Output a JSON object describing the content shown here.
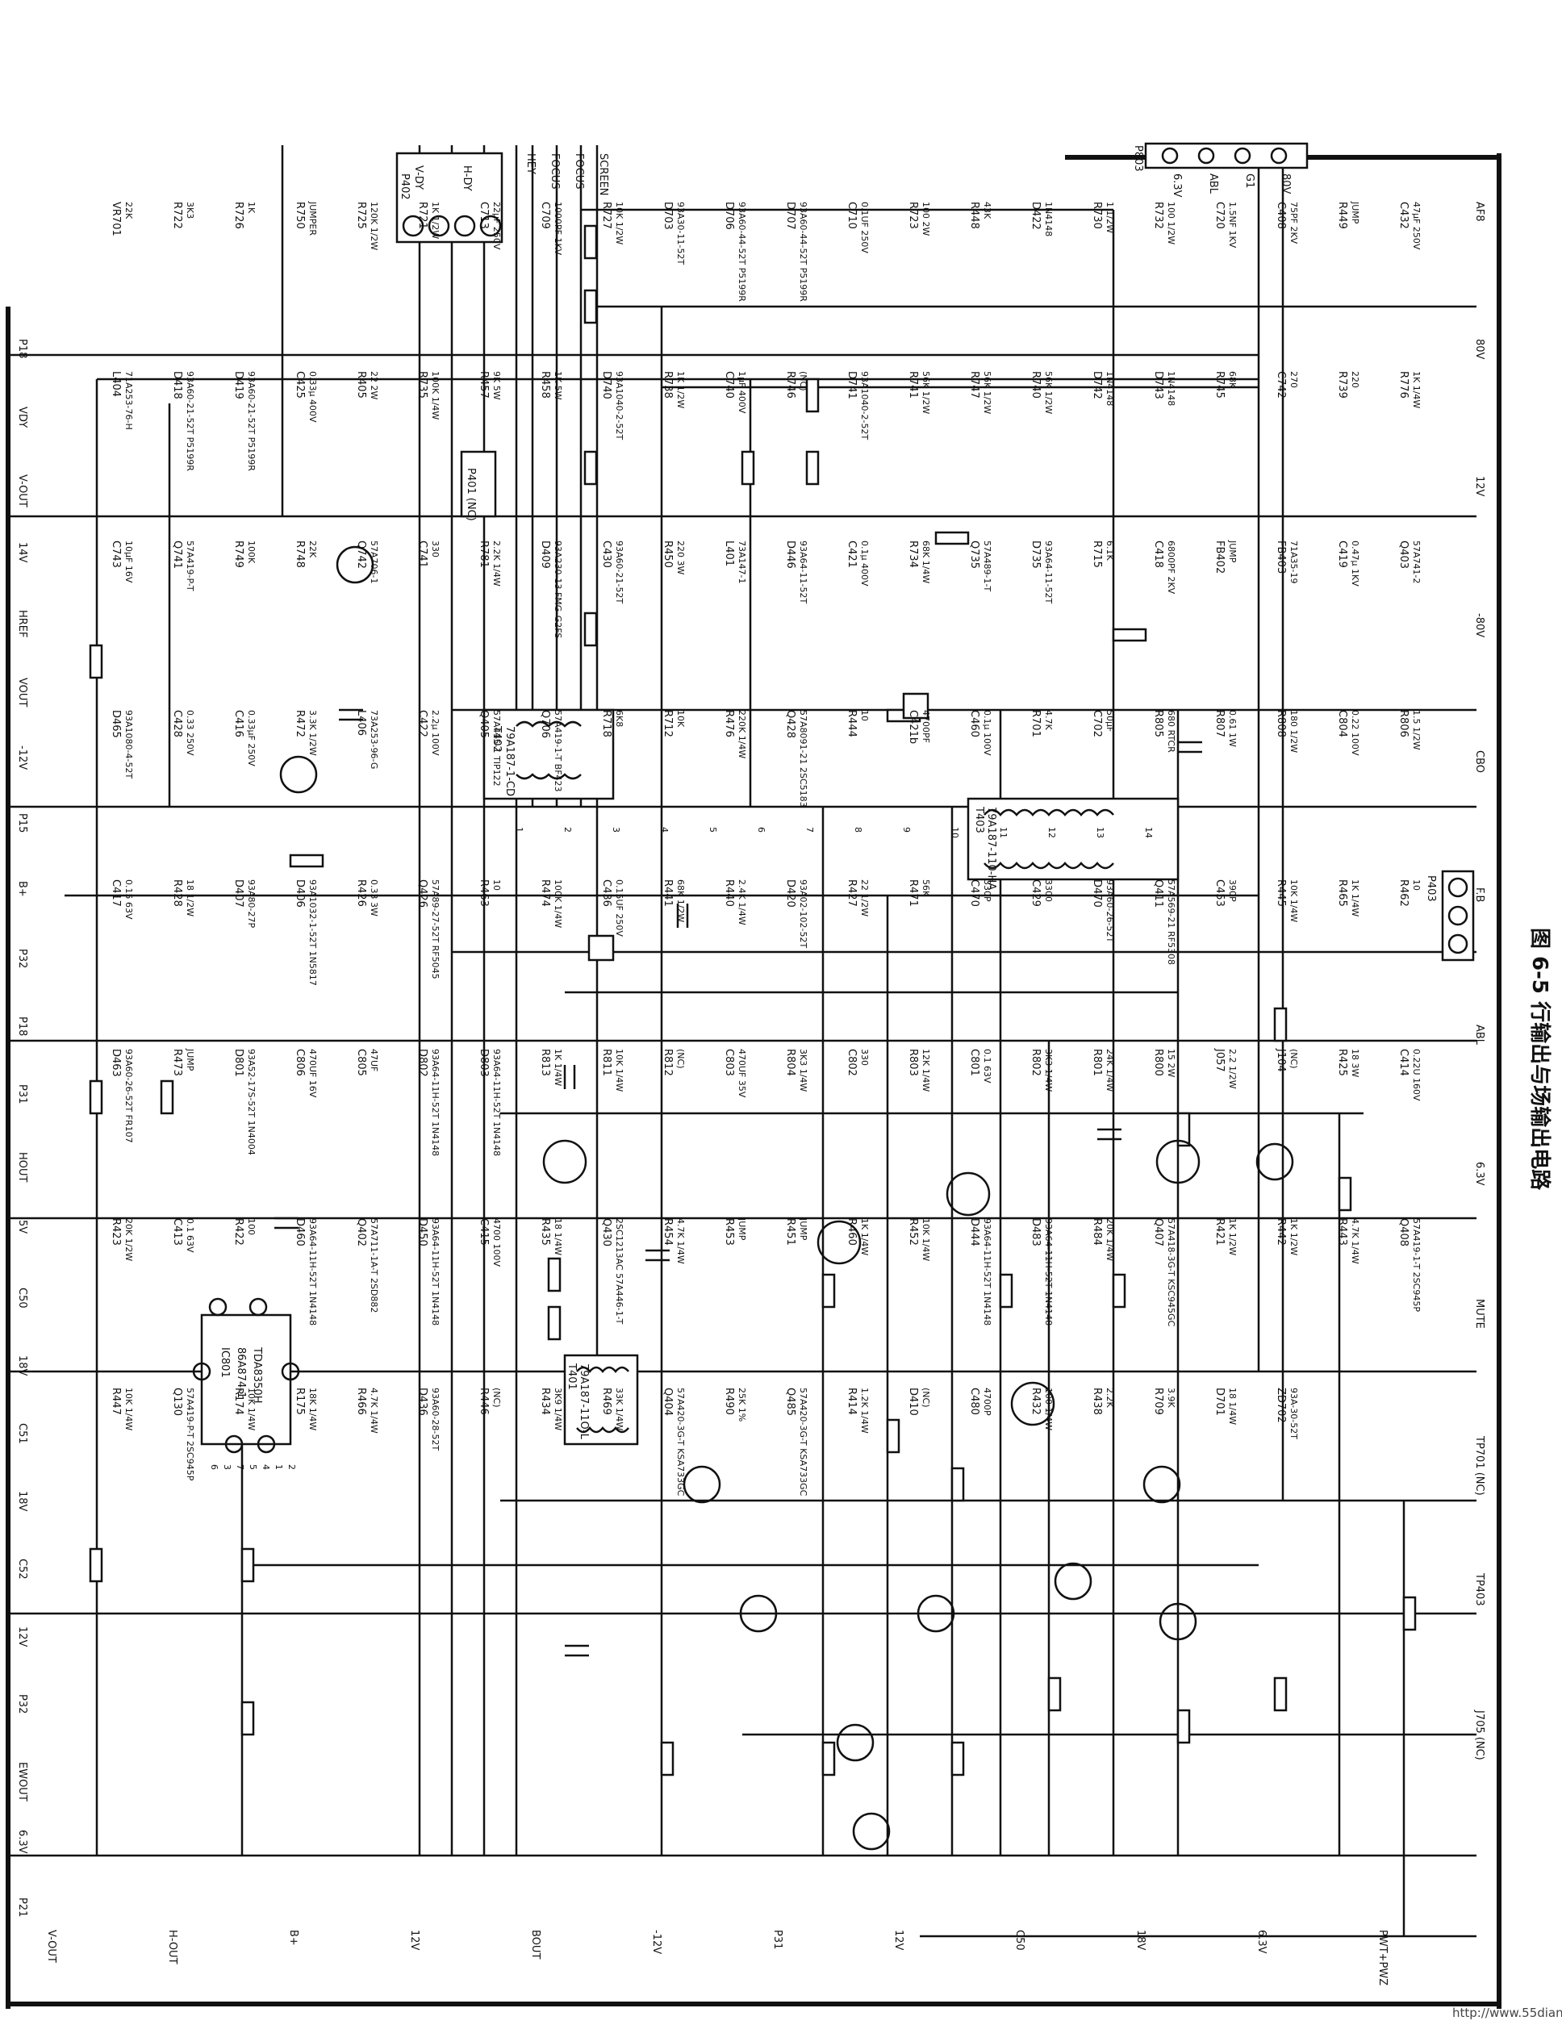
{
  "caption": "图 6-5  行输出与场输出电路",
  "watermark": "http://www.55dianzi.com",
  "connectors": {
    "p402": {
      "ref": "P402",
      "pins": [
        "V-DY",
        "H-DY"
      ]
    },
    "p803": {
      "ref": "P803",
      "pins": [
        "6.3V",
        "ABL",
        "G1",
        "80V"
      ]
    },
    "p401": {
      "ref": "P401 (NC)"
    },
    "p403": {
      "ref": "P403"
    }
  },
  "crt_labels": [
    "HEY",
    "FOCUS",
    "FOCUS",
    "SCREEN"
  ],
  "ics": [
    {
      "ref": "IC801",
      "part": "86A874-1",
      "name": "TDA8350H"
    }
  ],
  "transformers": [
    {
      "ref": "T402",
      "part": "79A187-1-CD"
    },
    {
      "ref": "T403",
      "part": "79A187-110-HA"
    },
    {
      "ref": "T401",
      "part": "79A187-11O-L"
    }
  ],
  "components": [
    {
      "ref": "VR701",
      "value": "22K"
    },
    {
      "ref": "R722",
      "value": "3K3"
    },
    {
      "ref": "R726",
      "value": "1K"
    },
    {
      "ref": "R750",
      "value": "JUMPER"
    },
    {
      "ref": "R725",
      "value": "120K 1/2W"
    },
    {
      "ref": "R721",
      "value": "1K 1/2W"
    },
    {
      "ref": "C713",
      "value": "22μF 250V"
    },
    {
      "ref": "C709",
      "value": "1000PF 1KV"
    },
    {
      "ref": "R727",
      "value": "10K 1/2W"
    },
    {
      "ref": "D703",
      "value": "93A30-11-52T"
    },
    {
      "ref": "D706",
      "value": "93A60-44-52T P5199R"
    },
    {
      "ref": "D707",
      "value": "93A60-44-52T P5199R"
    },
    {
      "ref": "C710",
      "value": "0.1UF 250V"
    },
    {
      "ref": "R723",
      "value": "100 2W"
    },
    {
      "ref": "R448",
      "value": "43K"
    },
    {
      "ref": "D422",
      "value": "1N4148"
    },
    {
      "ref": "R730",
      "value": "1 1/2W"
    },
    {
      "ref": "R732",
      "value": "100 1/2W"
    },
    {
      "ref": "C720",
      "value": "1.5NF 1KV"
    },
    {
      "ref": "C408",
      "value": "75PF 2KV"
    },
    {
      "ref": "R449",
      "value": "JUMP"
    },
    {
      "ref": "C432",
      "value": "47μF 250V"
    },
    {
      "ref": "L404",
      "value": "71A253-76-H"
    },
    {
      "ref": "D418",
      "value": "93A60-21-52T P5199R"
    },
    {
      "ref": "D419",
      "value": "93A60-21-52T P5199R"
    },
    {
      "ref": "C425",
      "value": "0.33μ 400V"
    },
    {
      "ref": "R405",
      "value": "22 2W"
    },
    {
      "ref": "R735",
      "value": "100K 1/4W"
    },
    {
      "ref": "R457",
      "value": "9K 5W"
    },
    {
      "ref": "R458",
      "value": "1K 5W"
    },
    {
      "ref": "D740",
      "value": "93A1040-2-52T"
    },
    {
      "ref": "R738",
      "value": "1K 1/2W"
    },
    {
      "ref": "C740",
      "value": "1μF 400V"
    },
    {
      "ref": "R746",
      "value": "(NC)"
    },
    {
      "ref": "D741",
      "value": "93A1040-2-52T"
    },
    {
      "ref": "R741",
      "value": "56K 1/2W"
    },
    {
      "ref": "R747",
      "value": "56K 1/2W"
    },
    {
      "ref": "R740",
      "value": "56K 1/2W"
    },
    {
      "ref": "D742",
      "value": "1N4148"
    },
    {
      "ref": "D743",
      "value": "1N4148"
    },
    {
      "ref": "R745",
      "value": "68K"
    },
    {
      "ref": "C742",
      "value": "270"
    },
    {
      "ref": "R739",
      "value": "220"
    },
    {
      "ref": "R776",
      "value": "1K 1/4W"
    },
    {
      "ref": "C743",
      "value": "10μF 16V"
    },
    {
      "ref": "Q741",
      "value": "57A419-P-T"
    },
    {
      "ref": "R749",
      "value": "100K"
    },
    {
      "ref": "R748",
      "value": "22K"
    },
    {
      "ref": "Q742",
      "value": "57A706-1"
    },
    {
      "ref": "C741",
      "value": "330"
    },
    {
      "ref": "R781",
      "value": "2.2K 1/4W"
    },
    {
      "ref": "D409",
      "value": "93A230-13 FMG-G2FS"
    },
    {
      "ref": "C430",
      "value": "93A60-21-52T"
    },
    {
      "ref": "R450",
      "value": "220 3W"
    },
    {
      "ref": "L401",
      "value": "73A147-1"
    },
    {
      "ref": "D446",
      "value": "93A64-11-52T"
    },
    {
      "ref": "C421",
      "value": "0.1μ 400V"
    },
    {
      "ref": "R734",
      "value": "68K 1/4W"
    },
    {
      "ref": "Q735",
      "value": "57A489-1-T"
    },
    {
      "ref": "D735",
      "value": "93A64-11-52T"
    },
    {
      "ref": "R715",
      "value": "6.1K"
    },
    {
      "ref": "C418",
      "value": "6800PF 2KV"
    },
    {
      "ref": "FB402",
      "value": "JUMP"
    },
    {
      "ref": "FB403",
      "value": "71A35-19"
    },
    {
      "ref": "C419",
      "value": "0.47μ 1KV"
    },
    {
      "ref": "Q403",
      "value": "57A741-2"
    },
    {
      "ref": "D465",
      "value": "93A1080-4-52T"
    },
    {
      "ref": "C428",
      "value": "0.33 250V"
    },
    {
      "ref": "C416",
      "value": "0.33μF 250V"
    },
    {
      "ref": "R472",
      "value": "3.3K 1/2W"
    },
    {
      "ref": "L406",
      "value": "73A253-96-G"
    },
    {
      "ref": "C422",
      "value": "2.2μ 100V"
    },
    {
      "ref": "Q405",
      "value": "57A415-1 TIP122"
    },
    {
      "ref": "Q706",
      "value": "57A419-1-T BF423"
    },
    {
      "ref": "R718",
      "value": "6K8"
    },
    {
      "ref": "R712",
      "value": "10K"
    },
    {
      "ref": "R476",
      "value": "220K 1/4W"
    },
    {
      "ref": "Q428",
      "value": "57A8091-21 2SC5183"
    },
    {
      "ref": "R444",
      "value": "10"
    },
    {
      "ref": "C421b",
      "value": "4700PF"
    },
    {
      "ref": "C460",
      "value": "0.1μ 100V"
    },
    {
      "ref": "R701",
      "value": "4.7K"
    },
    {
      "ref": "C702",
      "value": "50μF"
    },
    {
      "ref": "R805",
      "value": "680 RTCR"
    },
    {
      "ref": "R807",
      "value": "0.61 1W"
    },
    {
      "ref": "R808",
      "value": "180 1/2W"
    },
    {
      "ref": "C804",
      "value": "0.22 100V"
    },
    {
      "ref": "R806",
      "value": "1.5 1/2W"
    },
    {
      "ref": "C417",
      "value": "0.15 63V"
    },
    {
      "ref": "R428",
      "value": "18 1/2W"
    },
    {
      "ref": "D407",
      "value": "93A80-27P"
    },
    {
      "ref": "D406",
      "value": "93A1032-1-52T 1N5817"
    },
    {
      "ref": "R426",
      "value": "0.33 3W"
    },
    {
      "ref": "Q426",
      "value": "57A89-27-52T RF5045"
    },
    {
      "ref": "R463",
      "value": "10"
    },
    {
      "ref": "R474",
      "value": "100K 1/4W"
    },
    {
      "ref": "C436",
      "value": "0.15UF 250V"
    },
    {
      "ref": "R441",
      "value": "68K 1/2W"
    },
    {
      "ref": "R440",
      "value": "2.4K 1/4W"
    },
    {
      "ref": "D420",
      "value": "93A02-102-52T"
    },
    {
      "ref": "R427",
      "value": "22 1/2W"
    },
    {
      "ref": "R471",
      "value": "56K"
    },
    {
      "ref": "C470",
      "value": "330P"
    },
    {
      "ref": "C429",
      "value": "3300"
    },
    {
      "ref": "D470",
      "value": "93A60-26-52T"
    },
    {
      "ref": "Q411",
      "value": "57A569-21 RF5308"
    },
    {
      "ref": "C453",
      "value": "390P"
    },
    {
      "ref": "R445",
      "value": "10K 1/4W"
    },
    {
      "ref": "R465",
      "value": "1K 1/4W"
    },
    {
      "ref": "R462",
      "value": "10"
    },
    {
      "ref": "D463",
      "value": "93A60-26-52T FR107"
    },
    {
      "ref": "R473",
      "value": "JUMP"
    },
    {
      "ref": "D801",
      "value": "93A52-17S-52T 1N4004"
    },
    {
      "ref": "C806",
      "value": "470UF 16V"
    },
    {
      "ref": "C805",
      "value": "47UF"
    },
    {
      "ref": "D802",
      "value": "93A64-11H-52T 1N4148"
    },
    {
      "ref": "D803",
      "value": "93A64-11H-52T 1N4148"
    },
    {
      "ref": "R813",
      "value": "1K 1/4W"
    },
    {
      "ref": "R811",
      "value": "10K 1/4W"
    },
    {
      "ref": "R812",
      "value": "(NC)"
    },
    {
      "ref": "C803",
      "value": "470UF 35V"
    },
    {
      "ref": "R804",
      "value": "3K3 1/4W"
    },
    {
      "ref": "C802",
      "value": "330"
    },
    {
      "ref": "R803",
      "value": "12K 1/4W"
    },
    {
      "ref": "C801",
      "value": "0.1 63V"
    },
    {
      "ref": "R802",
      "value": "3K3 1/4W"
    },
    {
      "ref": "R801",
      "value": "24K 1/4W"
    },
    {
      "ref": "R800",
      "value": "15 2W"
    },
    {
      "ref": "J057",
      "value": "2.2 1/2W"
    },
    {
      "ref": "J104",
      "value": "(NC)"
    },
    {
      "ref": "R425",
      "value": "18 3W"
    },
    {
      "ref": "C414",
      "value": "0.22U 160V"
    },
    {
      "ref": "R423",
      "value": "20K 1/2W"
    },
    {
      "ref": "C413",
      "value": "0.1 63V"
    },
    {
      "ref": "R422",
      "value": "100"
    },
    {
      "ref": "D460",
      "value": "93A64-11H-52T 1N4148"
    },
    {
      "ref": "Q402",
      "value": "57A711-1A-T 2SD882"
    },
    {
      "ref": "D450",
      "value": "93A64-11H-52T 1N4148"
    },
    {
      "ref": "C415",
      "value": "4700 100V"
    },
    {
      "ref": "R435",
      "value": "18 1/4W"
    },
    {
      "ref": "Q430",
      "value": "2SC1213AC 57A446-1-T"
    },
    {
      "ref": "R454",
      "value": "4.7K 1/4W"
    },
    {
      "ref": "R453",
      "value": "JUMP"
    },
    {
      "ref": "R451",
      "value": "JUMP"
    },
    {
      "ref": "R460",
      "value": "1K 1/4W"
    },
    {
      "ref": "R452",
      "value": "10K 1/4W"
    },
    {
      "ref": "D444",
      "value": "93A64-11H-52T 1N4148"
    },
    {
      "ref": "D483",
      "value": "93A64-11H-52T 1N4148"
    },
    {
      "ref": "R484",
      "value": "20K 1/4W"
    },
    {
      "ref": "Q407",
      "value": "57A418-3G-T KSC945GC"
    },
    {
      "ref": "R421",
      "value": "1K 1/2W"
    },
    {
      "ref": "R442",
      "value": "1K 1/2W"
    },
    {
      "ref": "R443",
      "value": "4.7K 1/4W"
    },
    {
      "ref": "Q408",
      "value": "57A419-1-T 2SC945P"
    },
    {
      "ref": "R447",
      "value": "10K 1/4W"
    },
    {
      "ref": "Q130",
      "value": "57A419-P-T 2SC945P"
    },
    {
      "ref": "R174",
      "value": "10K 1/4W"
    },
    {
      "ref": "R175",
      "value": "18K 1/4W"
    },
    {
      "ref": "R466",
      "value": "4.7K 1/4W"
    },
    {
      "ref": "D436",
      "value": "93A60-28-52T"
    },
    {
      "ref": "R446",
      "value": "(NC)"
    },
    {
      "ref": "R434",
      "value": "3K9 1/4W"
    },
    {
      "ref": "R469",
      "value": "33K 1/4W"
    },
    {
      "ref": "Q404",
      "value": "57A420-3G-T KSA733GC"
    },
    {
      "ref": "R490",
      "value": "25K 1%"
    },
    {
      "ref": "Q485",
      "value": "57A420-3G-T KSA733GC"
    },
    {
      "ref": "R414",
      "value": "1.2K 1/4W"
    },
    {
      "ref": "D410",
      "value": "(NC)"
    },
    {
      "ref": "C480",
      "value": "4700P"
    },
    {
      "ref": "R432",
      "value": "100 1/4W"
    },
    {
      "ref": "R438",
      "value": "2.2K"
    },
    {
      "ref": "R709",
      "value": "3.9K"
    },
    {
      "ref": "D701",
      "value": "18 1/4W"
    },
    {
      "ref": "ZD702",
      "value": "93A-30-52T"
    }
  ],
  "left_rail_labels": [
    "P18",
    "VDY",
    "V-OUT",
    "14V",
    "HREF",
    "VOUT",
    "-12V",
    "P15",
    "B+",
    "P32",
    "P18",
    "P31",
    "HOUT",
    "5V",
    "C50",
    "18V",
    "C51",
    "18V",
    "C52",
    "12V",
    "P32",
    "EWOUT",
    "6.3V",
    "P21"
  ],
  "bottom_edge_labels": [
    "V-OUT",
    "H-OUT",
    "B+",
    "12V",
    "BOUT",
    "-12V",
    "P31",
    "12V",
    "C50",
    "18V",
    "6.3V",
    "PWT+PWZ"
  ],
  "right_rail_labels": [
    "AF8",
    "80V",
    "12V",
    "-80V",
    "CBO",
    "F.B",
    "ABL",
    "6.3V",
    "MUTE",
    "TP701 (NC)",
    "TP403",
    "J705 (NC)"
  ],
  "pin_numbers": [
    "1",
    "2",
    "3",
    "4",
    "5",
    "6",
    "7",
    "8",
    "9",
    "10",
    "11",
    "12",
    "13",
    "14"
  ],
  "ic_pins": [
    "6",
    "3",
    "7",
    "5",
    "4",
    "1",
    "2"
  ]
}
